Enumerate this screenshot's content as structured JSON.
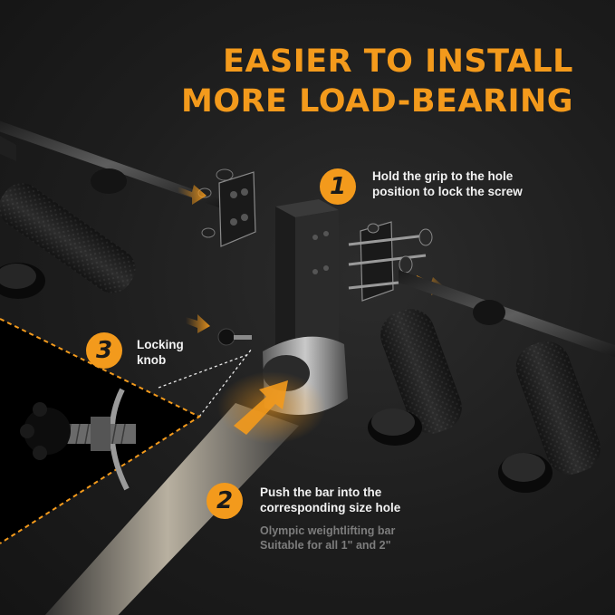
{
  "headline": {
    "line1": "EASIER TO INSTALL",
    "line2": "MORE LOAD-BEARING"
  },
  "steps": [
    {
      "number": "1",
      "lines": [
        "Hold the grip to the hole",
        "position to lock the screw"
      ]
    },
    {
      "number": "2",
      "lines": [
        "Push the bar into the",
        "corresponding size hole"
      ]
    },
    {
      "number": "3",
      "lines": [
        "Locking",
        "knob"
      ]
    }
  ],
  "note": {
    "lines": [
      "Olympic weightlifting bar",
      "Suitable for all 1\" and 2\""
    ]
  },
  "colors": {
    "accent": "#f39a1c",
    "background": "#1b1b1b",
    "text": "#f2f2f2",
    "muted": "#7d7d7d"
  },
  "icons": [
    "arrow-icon",
    "locking-knob-icon"
  ]
}
